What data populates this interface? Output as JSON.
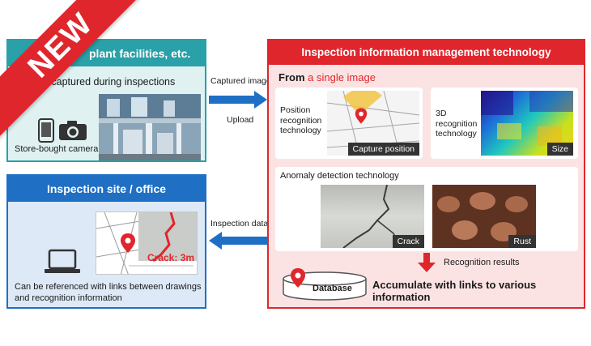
{
  "badge": {
    "label": "NEW"
  },
  "left_top": {
    "title": "plant facilities, etc.",
    "subtitle": "ge captured during inspections",
    "caption": "Store-bought camera"
  },
  "arrows": {
    "captured_image": "Captured image",
    "upload": "Upload",
    "inspection_data": "Inspection data"
  },
  "left_bottom": {
    "title": "Inspection site / office",
    "crack_label": "Crack: 3m",
    "caption": "Can be referenced with links between drawings and recognition information"
  },
  "right": {
    "title": "Inspection information management technology",
    "from_prefix": "From ",
    "from_highlight": "a single image",
    "position_label": "Position recognition technology",
    "position_tag": "Capture position",
    "recognition_3d_label": "3D recognition technology",
    "size_tag": "Size",
    "anomaly_title": "Anomaly detection technology",
    "crack_tag": "Crack",
    "rust_tag": "Rust",
    "recognition_results": "Recognition results",
    "database_label": "Database",
    "accumulate_text": "Accumulate with links to various information"
  },
  "colors": {
    "teal": "#2aa0a8",
    "blue": "#1f6fc4",
    "red": "#e0262d"
  }
}
